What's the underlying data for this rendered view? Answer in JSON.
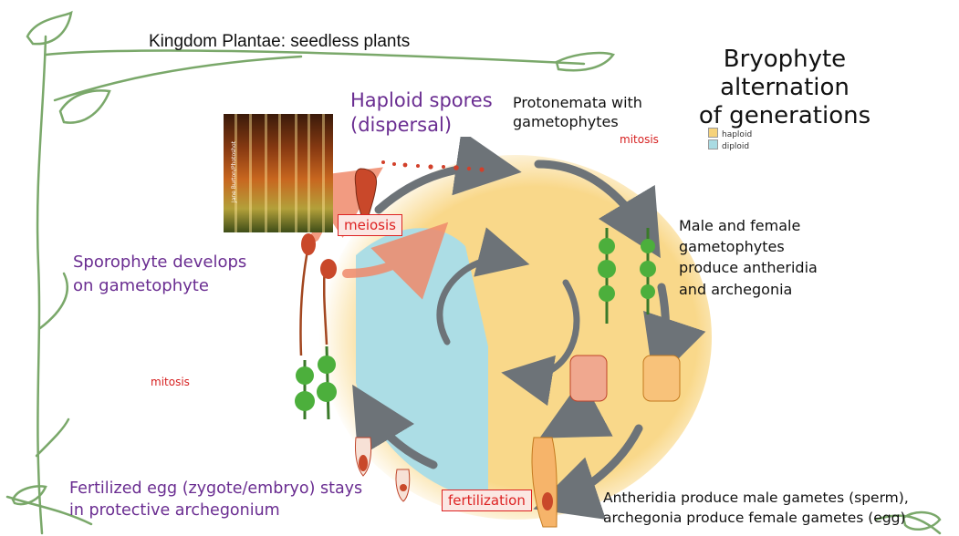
{
  "header": {
    "topic": "Kingdom Plantae: seedless plants",
    "title_line1": "Bryophyte alternation",
    "title_line2": "of generations"
  },
  "legend": {
    "haploid": {
      "label": "haploid",
      "color": "#f6d27a"
    },
    "diploid": {
      "label": "diploid",
      "color": "#a9dbe3"
    }
  },
  "labels": {
    "spores_line1": "Haploid spores",
    "spores_line2": "(dispersal)",
    "protonemata_line1": "Protonemata with",
    "protonemata_line2": "gametophytes",
    "mitosis_top": "mitosis",
    "male_female_1": "Male and female",
    "male_female_2": "gametophytes",
    "male_female_3": "produce antheridia",
    "male_female_4": "and archegonia",
    "sporophyte_1": "Sporophyte develops",
    "sporophyte_2": "on gametophyte",
    "mitosis_left": "mitosis",
    "zygote_1": "Fertilized egg (zygote/embryo) stays",
    "zygote_2": "in protective archegonium",
    "gametes_1": "Antheridia produce male gametes (sperm),",
    "gametes_2": "archegonia produce female gametes (egg)",
    "meiosis": "meiosis",
    "fertilization": "fertilization",
    "photo_credit": "Jane Burton/Photoshot"
  },
  "colors": {
    "vine": "#7aa86a",
    "haploid_bg": "#f9d88a",
    "diploid_bg": "#acdde5",
    "arrow": "#6d7378",
    "purple": "#6a2d91",
    "red": "#d62020"
  }
}
